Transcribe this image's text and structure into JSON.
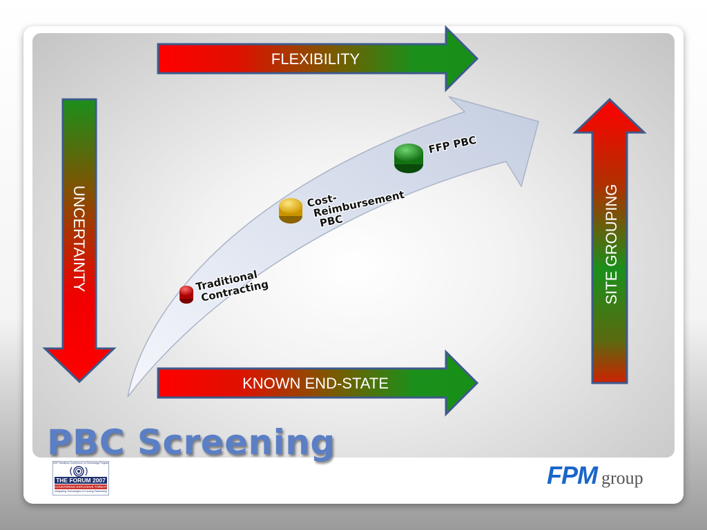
{
  "slide": {
    "title": "PBC Screening",
    "arrows": {
      "top": "FLEXIBILITY",
      "bottom": "KNOWN END-STATE",
      "left": "UNCERTAINTY",
      "right": "SITE GROUPING"
    },
    "stages": [
      {
        "lines": [
          "Traditional",
          "Contracting"
        ],
        "color": "#cc1111"
      },
      {
        "lines": [
          "Cost-",
          "Reimbursement",
          "PBC"
        ],
        "color": "#e8b800"
      },
      {
        "lines": [
          "FFP PBC"
        ],
        "color": "#1e8a1e"
      }
    ],
    "colors": {
      "arrow_red": "#ff0000",
      "arrow_green": "#1b8f1b",
      "arrow_border": "#3d5a8c",
      "title": "#5b7fc5"
    }
  },
  "logos": {
    "forum": {
      "top_text": "2007 Munitions Conference on Technology Programs & Partnerships",
      "name": "THE FORUM 2007",
      "band": "COUNTERING EXPLOSIVE THREATS",
      "tagline": "Integrating Technologies & Forming Partnerships"
    },
    "fpm": {
      "brand": "FPM",
      "suffix": "group"
    }
  }
}
